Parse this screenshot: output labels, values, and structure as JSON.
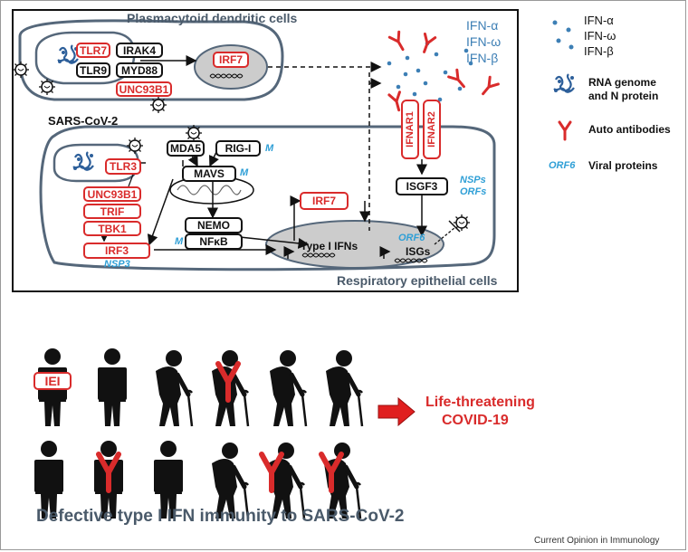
{
  "panel": {
    "pdc_title": "Plasmacytoid dendritic cells",
    "sars_label": "SARS-CoV-2",
    "epi_title": "Respiratory epithelial cells"
  },
  "pdc": {
    "tlr7": "TLR7",
    "tlr9": "TLR9",
    "irak4": "IRAK4",
    "myd88": "MYD88",
    "unc93b1": "UNC93B1",
    "irf7": "IRF7"
  },
  "epi": {
    "tlr3": "TLR3",
    "unc93b1": "UNC93B1",
    "trif": "TRIF",
    "tbk1": "TBK1",
    "irf3": "IRF3",
    "nsp3": "NSP3",
    "mda5": "MDA5",
    "rigi": "RIG-I",
    "m1": "M",
    "mavs": "MAVS",
    "m2": "M",
    "nemo": "NEMO",
    "nfkb": "NFκB",
    "m3": "M",
    "irf7": "IRF7",
    "type1": "Type I IFNs",
    "orf6": "ORF6",
    "isgs": "ISGs",
    "isgf3": "ISGF3",
    "nsps": "NSPs",
    "orfs": "ORFs",
    "ifnar1": "IFNAR1",
    "ifnar2": "IFNAR2"
  },
  "ifns": [
    "IFN-α",
    "IFN-ω",
    "IFN-β"
  ],
  "legend": {
    "ifns": [
      "IFN-α",
      "IFN-ω",
      "IFN-β"
    ],
    "rna_line1": "RNA genome",
    "rna_line2": "and N protein",
    "auto": "Auto antibodies",
    "orf6": "ORF6",
    "viral": "Viral proteins"
  },
  "people": {
    "iei": "IEI"
  },
  "outcome": {
    "line1": "Life-threatening",
    "line2": "COVID-19"
  },
  "caption": "Defective type I IFN immunity to SARS-CoV-2",
  "credit": "Current Opinion in Immunology",
  "colors": {
    "red": "#d92b2b",
    "blue_label": "#2f9fd6",
    "ifn_blue": "#3d7fb5",
    "title_gray": "#4a5a6a"
  }
}
